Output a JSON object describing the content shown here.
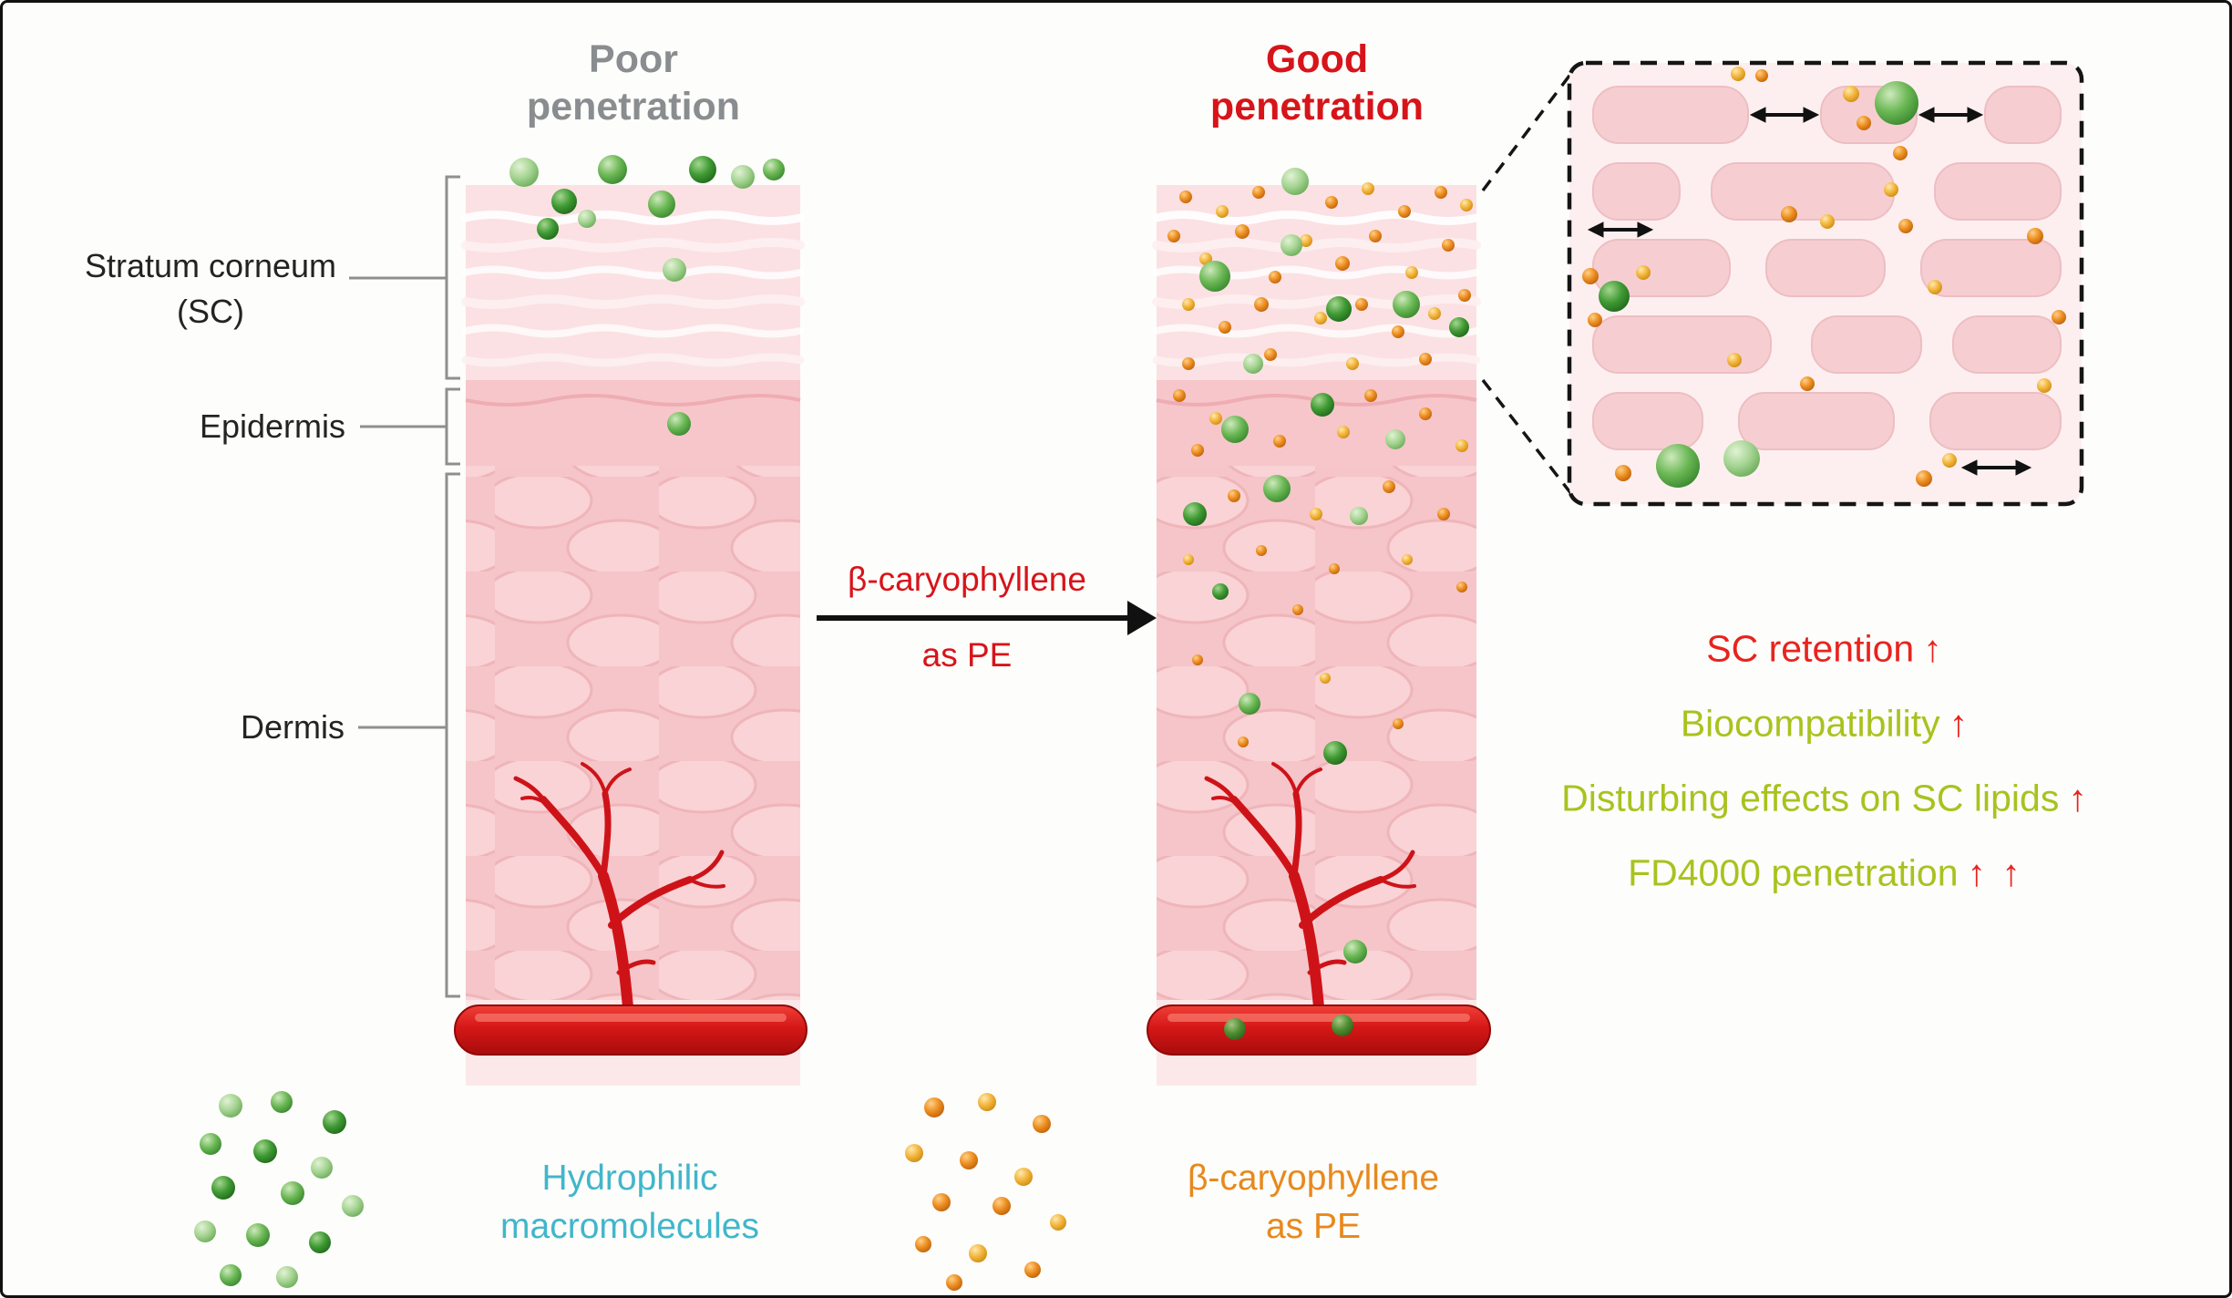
{
  "titles": {
    "poor": {
      "line1": "Poor",
      "line2": "penetration",
      "color": "#8a8d8f"
    },
    "good": {
      "line1": "Good",
      "line2": "penetration",
      "color": "#d7141a"
    }
  },
  "skin_labels": {
    "stratum_corneum_line1": "Stratum corneum",
    "stratum_corneum_line2": "(SC)",
    "epidermis": "Epidermis",
    "dermis": "Dermis",
    "color": "#232323"
  },
  "transition_arrow": {
    "line1": "β-caryophyllene",
    "line2": "as PE",
    "color": "#d7141a"
  },
  "effects": {
    "items": [
      {
        "label": "SC retention",
        "arrows": "↑",
        "color": "#e8231e"
      },
      {
        "label": "Biocompatibility",
        "arrows": "↑",
        "color": "#a9c21e"
      },
      {
        "label": "Disturbing effects on SC lipids",
        "arrows": "↑",
        "color": "#a9c21e"
      },
      {
        "label": "FD4000 penetration",
        "arrows": "↑ ↑",
        "color": "#a9c21e"
      }
    ],
    "arrow_color": "#e8231e"
  },
  "legend": {
    "hydrophilic": {
      "line1": "Hydrophilic",
      "line2": "macromolecules",
      "color": "#41b6cb"
    },
    "penetration_enhancer": {
      "line1": "β-caryophyllene",
      "line2": "as PE",
      "color": "#e8891d"
    }
  },
  "palette": {
    "hydrophilic_particle_green": "#4a9e3c",
    "enhancer_particle_orange": "#ec8d1e",
    "skin_pink": "#f8cfd2",
    "vessel_red": "#d51717"
  }
}
